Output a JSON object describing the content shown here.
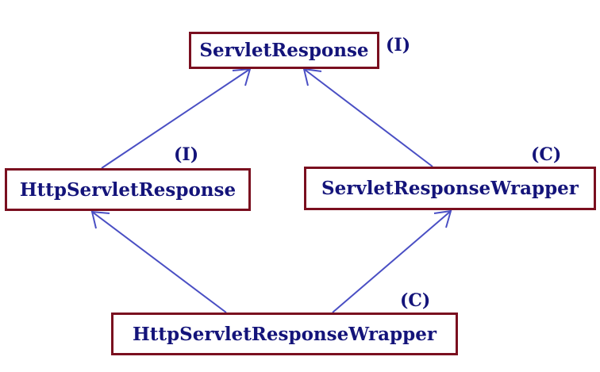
{
  "nodes": {
    "servlet_response": {
      "label": "ServletResponse",
      "kind": "(I)"
    },
    "http_servlet_response": {
      "label": "HttpServletResponse",
      "kind": "(I)"
    },
    "servlet_response_wrapper": {
      "label": "ServletResponseWrapper",
      "kind": "(C)"
    },
    "http_servlet_response_wrapper": {
      "label": "HttpServletResponseWrapper",
      "kind": "(C)"
    }
  },
  "edges": [
    {
      "from": "http_servlet_response",
      "to": "servlet_response"
    },
    {
      "from": "servlet_response_wrapper",
      "to": "servlet_response"
    },
    {
      "from": "http_servlet_response_wrapper",
      "to": "http_servlet_response"
    },
    {
      "from": "http_servlet_response_wrapper",
      "to": "servlet_response_wrapper"
    }
  ],
  "colors": {
    "box_border": "#7a0f1f",
    "text": "#14147a",
    "arrow": "#4a4fc4"
  }
}
